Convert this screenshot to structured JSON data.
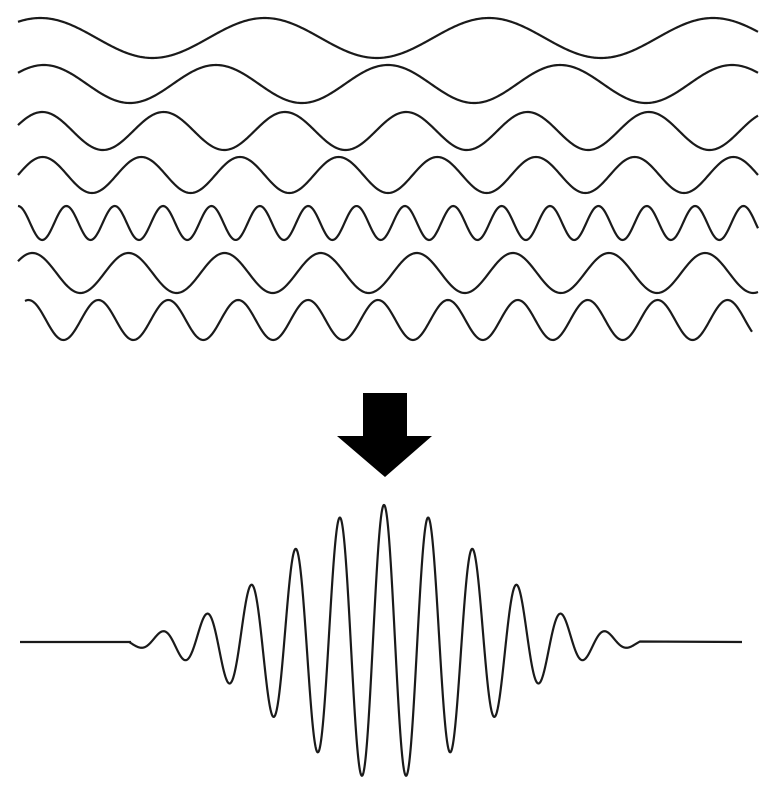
{
  "diagram": {
    "line_color": "#1a1a1a",
    "arrow_color": "#000000",
    "background": "#ffffff",
    "component_waves": [
      {
        "name": "wave-1",
        "cycles": 3.3
      },
      {
        "name": "wave-2",
        "cycles": 4.3
      },
      {
        "name": "wave-3",
        "cycles": 6.1
      },
      {
        "name": "wave-4",
        "cycles": 7.5
      },
      {
        "name": "wave-5",
        "cycles": 15.3
      },
      {
        "name": "wave-6",
        "cycles": 7.7
      },
      {
        "name": "wave-7",
        "cycles": 10.4
      }
    ],
    "arrow": {
      "direction": "down",
      "icon": "down-arrow-icon"
    },
    "result": {
      "description_icon": "wave-packet",
      "cycles_in_packet": 11.5
    }
  }
}
